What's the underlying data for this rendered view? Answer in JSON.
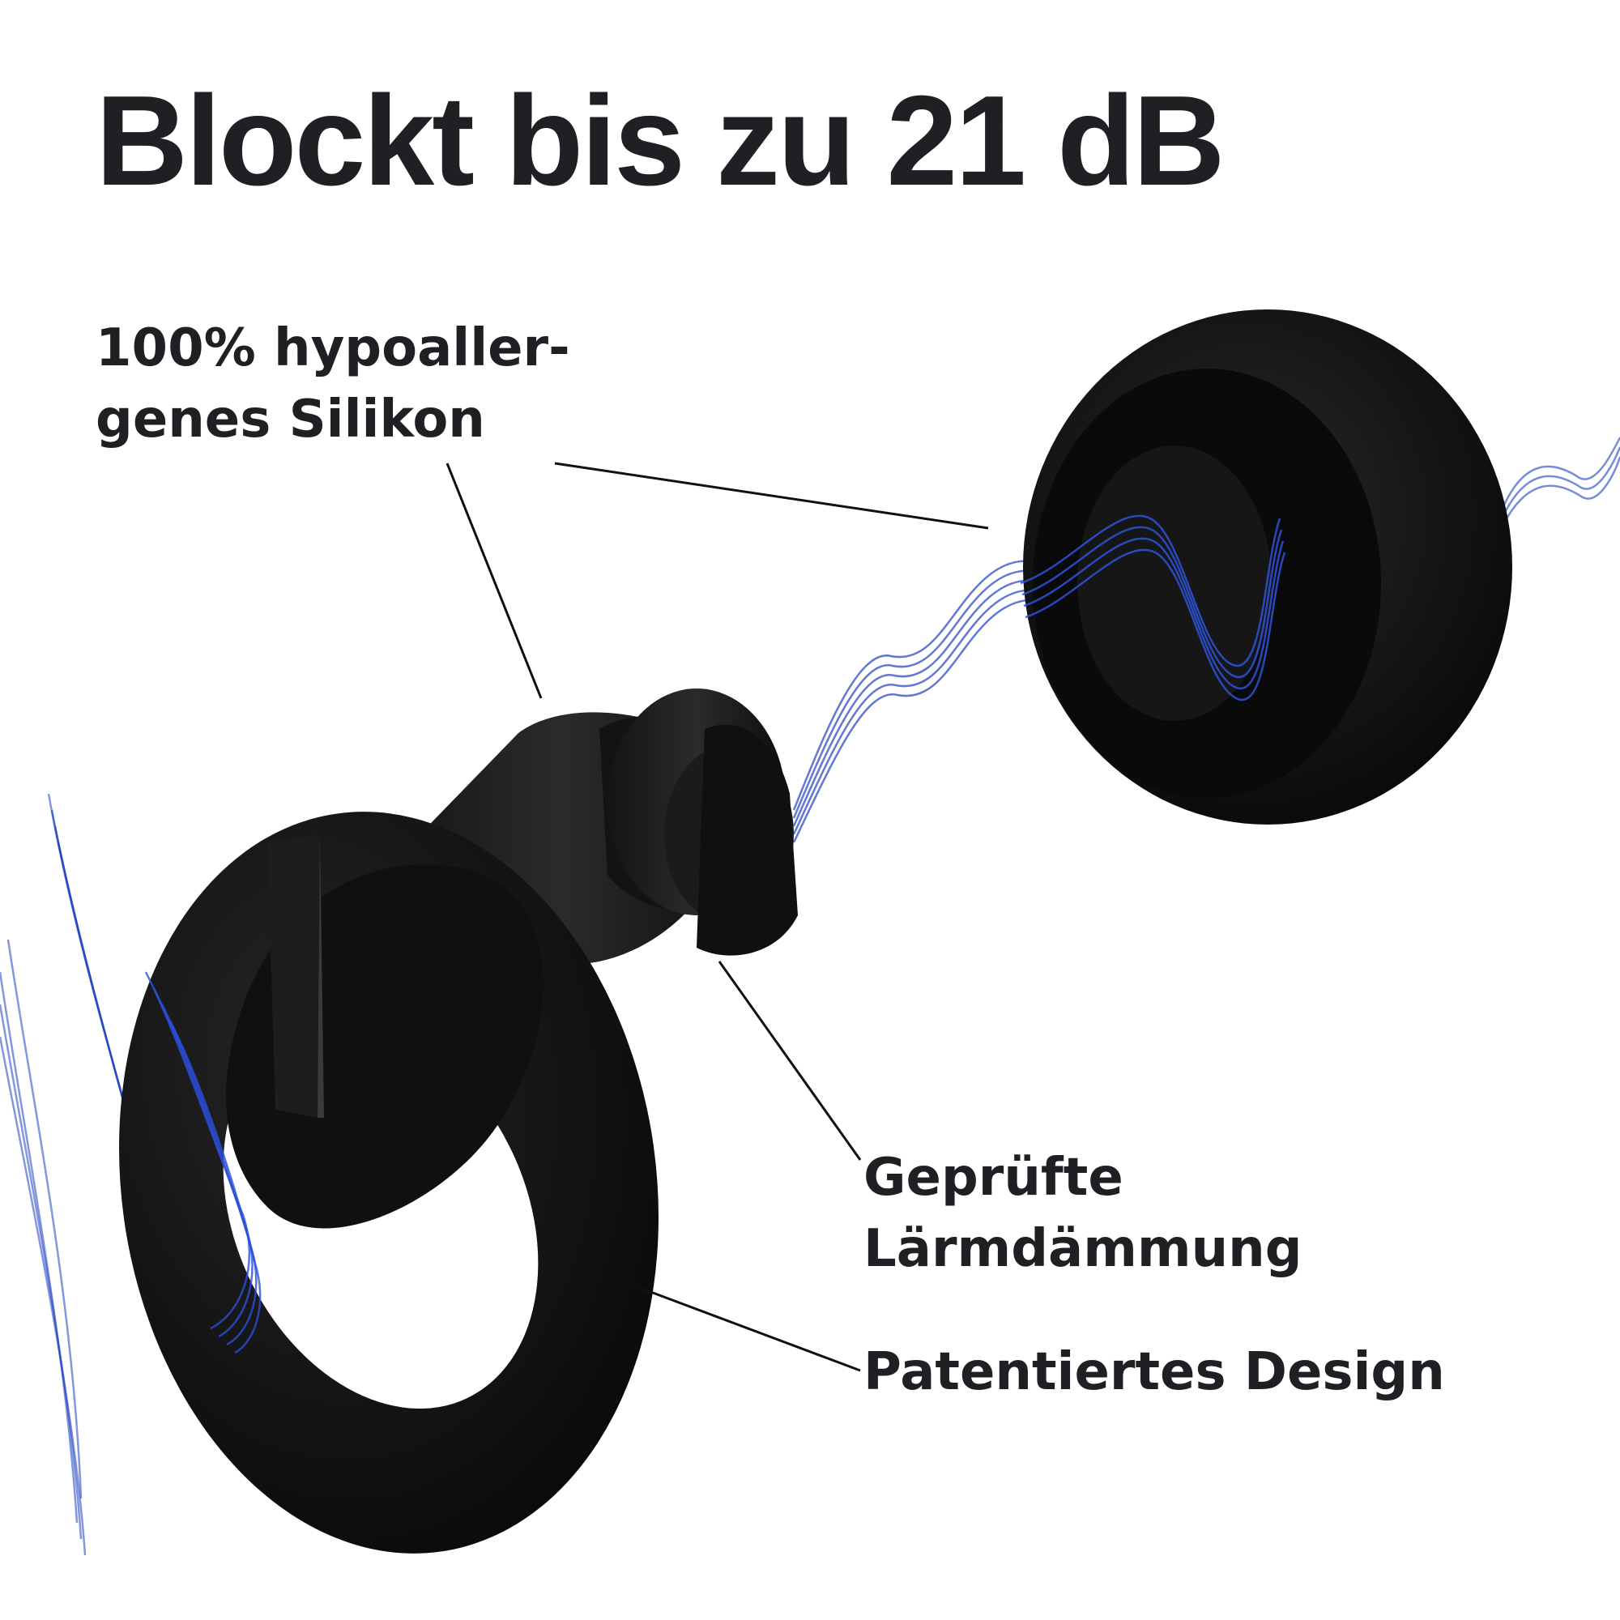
{
  "headline": "Blockt bis zu 21 dB",
  "callouts": {
    "material": {
      "line1": "100% hypoaller-",
      "line2": "genes Silikon"
    },
    "noise": {
      "line1": "Geprüfte",
      "line2": "Lärmdämmung"
    },
    "design": {
      "line1": "Patentiertes Design"
    }
  },
  "colors": {
    "text": "#1f2023",
    "product": "#0e0e0e",
    "product_highlight": "#2a2a2c",
    "wave": "#1f3fbf",
    "leader": "#111111"
  },
  "icons": {
    "earplug": "earplug-illustration",
    "eartip": "eartip-illustration",
    "sound_wave": "sound-wave-lines"
  }
}
